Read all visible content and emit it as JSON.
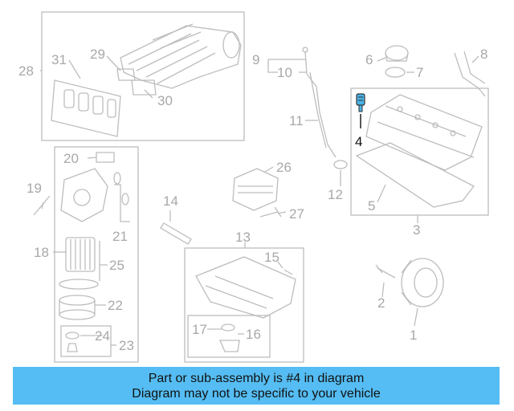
{
  "callouts": {
    "c1": "1",
    "c2": "2",
    "c3": "3",
    "c4": "4",
    "c5": "5",
    "c6": "6",
    "c7": "7",
    "c8": "8",
    "c9": "9",
    "c10": "10",
    "c11": "11",
    "c12": "12",
    "c13": "13",
    "c14": "14",
    "c15": "15",
    "c16": "16",
    "c17": "17",
    "c18": "18",
    "c19": "19",
    "c20": "20",
    "c21": "21",
    "c22": "22",
    "c23": "23",
    "c24": "24",
    "c25": "25",
    "c26": "26",
    "c27": "27",
    "c28": "28",
    "c29": "29",
    "c30": "30",
    "c31": "31"
  },
  "highlight": {
    "part": "4",
    "color": "#4ab3e6"
  },
  "banner": {
    "line1": "Part or sub-assembly is #4 in diagram",
    "line2": "Diagram may not be specific to your vehicle",
    "background": "#55bdf3"
  },
  "colors": {
    "line": "#bdbdbd",
    "label": "#a8a8a8",
    "highlight_label": "#111111"
  }
}
